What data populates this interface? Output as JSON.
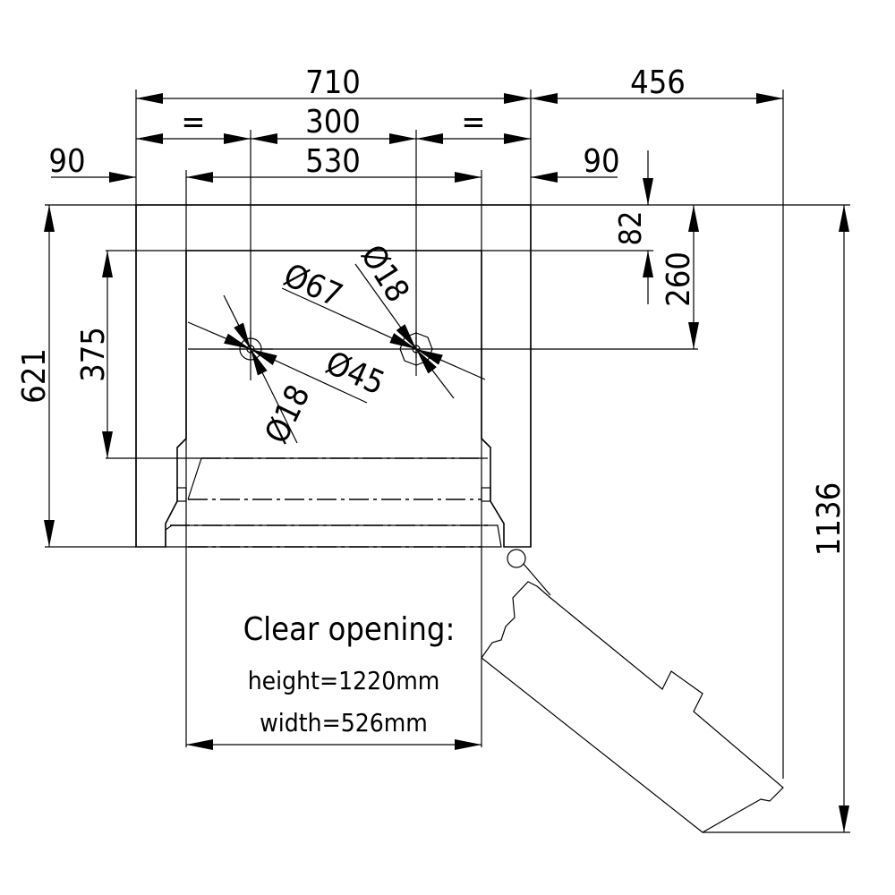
{
  "dimensions": {
    "total_width": "710",
    "door_swing": "456",
    "equal_left": "=",
    "hole_spacing": "300",
    "equal_right": "=",
    "left_wall": "90",
    "inner_width": "530",
    "right_wall": "90",
    "top_wall": "82",
    "hole_depth": "260",
    "total_depth": "621",
    "inner_depth": "375",
    "overall_depth": "1136",
    "dia_67": "Ø67",
    "dia_45": "Ø45",
    "dia_18_top": "Ø18",
    "dia_18_bottom": "Ø18"
  },
  "clear_opening": {
    "title": "Clear opening:",
    "height": "height=1220mm",
    "width": "width=526mm"
  }
}
